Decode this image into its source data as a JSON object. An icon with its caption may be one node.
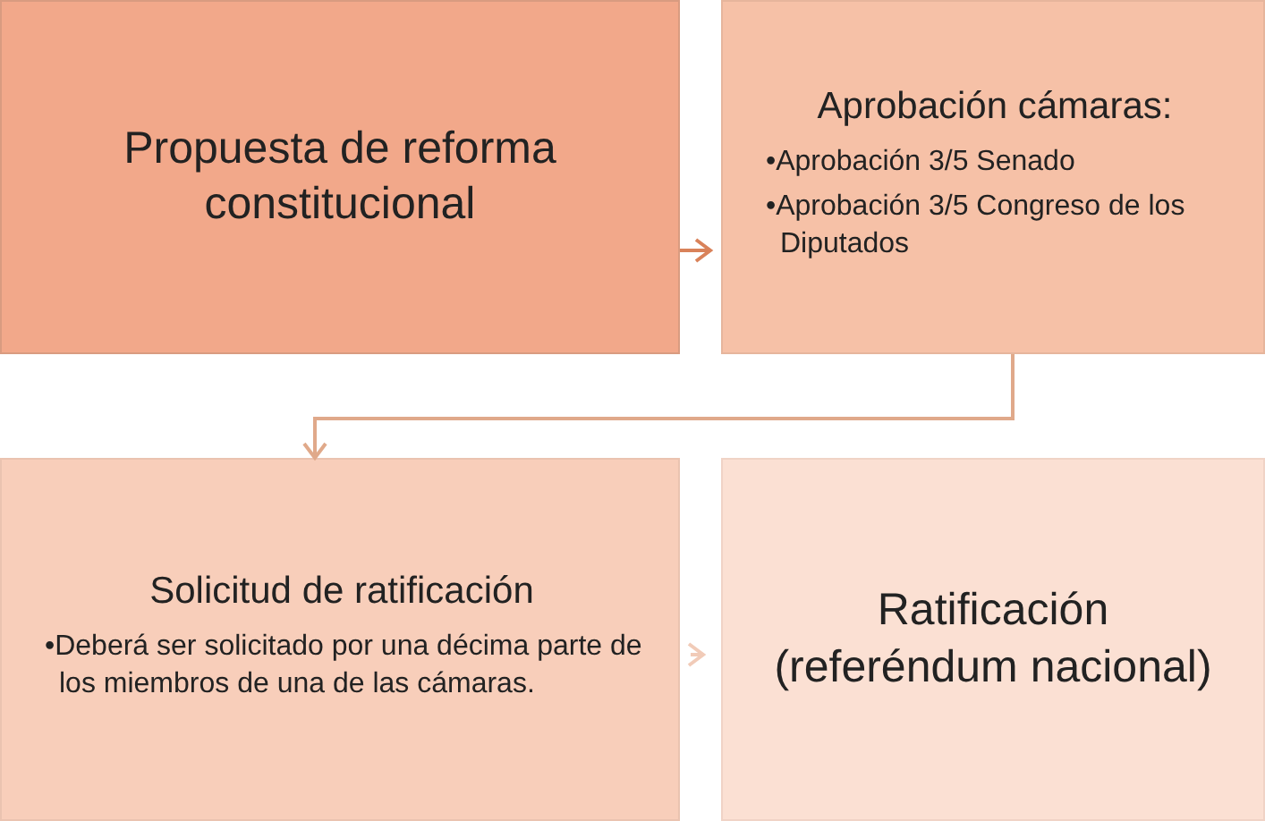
{
  "diagram": {
    "nodes": [
      {
        "text": [
          "Propuesta de reforma constitucional"
        ]
      },
      {
        "text": [
          "Aprobación cámaras:",
          "•Aprobación 3/5 Senado",
          "•Aprobación 3/5 Congreso de los Diputados"
        ]
      },
      {
        "text": [
          "Solicitud de ratificación",
          "•Deberá ser solicitado por una décima parte de los miembros de una de las cámaras."
        ]
      },
      {
        "text": [
          "Ratificación (referéndum nacional)"
        ]
      }
    ],
    "edges": [
      {
        "from": 0,
        "to": 1,
        "arrow": "to",
        "color": "#d9825a"
      },
      {
        "from": 1,
        "to": 2,
        "arrow": "to",
        "color": "#e0a98a"
      },
      {
        "from": 2,
        "to": 3,
        "arrow": "to",
        "color": "#f1cbb8"
      }
    ]
  }
}
